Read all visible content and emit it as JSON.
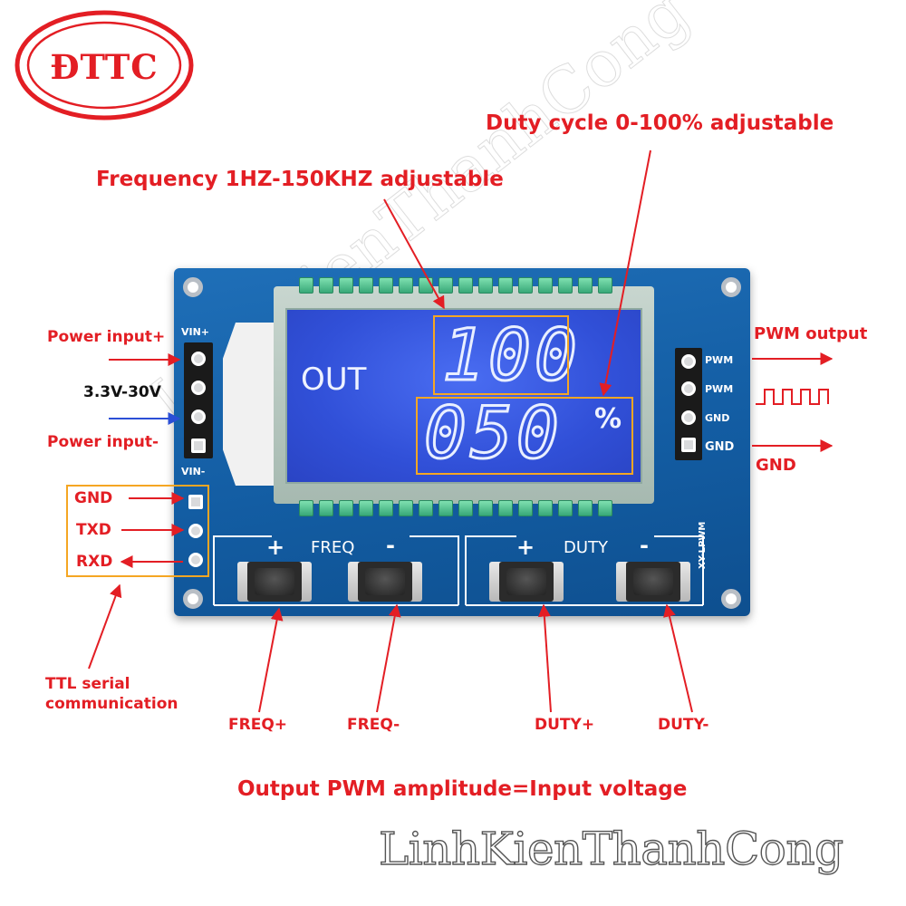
{
  "logo": {
    "text": "ĐTTC"
  },
  "watermark": {
    "text": "LinhKienThanhCong"
  },
  "board": {
    "silkscreen": {
      "vin_plus": "VIN+",
      "vin_minus": "VIN-",
      "pwm1": "PWM",
      "pwm2": "PWM",
      "gnd1": "GND",
      "gnd2": "GND",
      "model": "XY-LPWM",
      "freq_plus": "+",
      "freq": "FREQ",
      "freq_minus": "-",
      "duty_plus": "+",
      "duty": "DUTY",
      "duty_minus": "-"
    },
    "lcd": {
      "out_label": "OUT",
      "frequency_value": "100",
      "duty_value": "050",
      "percent": "%"
    }
  },
  "labels": {
    "duty_cycle": "Duty cycle 0-100%  adjustable",
    "frequency": "Frequency 1HZ-150KHZ adjustable",
    "power_plus": "Power input+",
    "voltage": "3.3V-30V",
    "power_minus": "Power input-",
    "gnd": "GND",
    "txd": "TXD",
    "rxd": "RXD",
    "ttl_line1": "TTL serial",
    "ttl_line2": "communication",
    "pwm_output": "PWM output",
    "gnd_out": "GND",
    "freq_plus": "FREQ+",
    "freq_minus": "FREQ-",
    "duty_plus": "DUTY+",
    "duty_minus": "DUTY-",
    "amplitude": "Output PWM amplitude=Input voltage"
  },
  "colors": {
    "annotation": "#e31e24",
    "highlight_box": "#f5a623",
    "board": "#135da3",
    "lcd": "#3150d8",
    "arrow_blue": "#2b4fd6"
  }
}
